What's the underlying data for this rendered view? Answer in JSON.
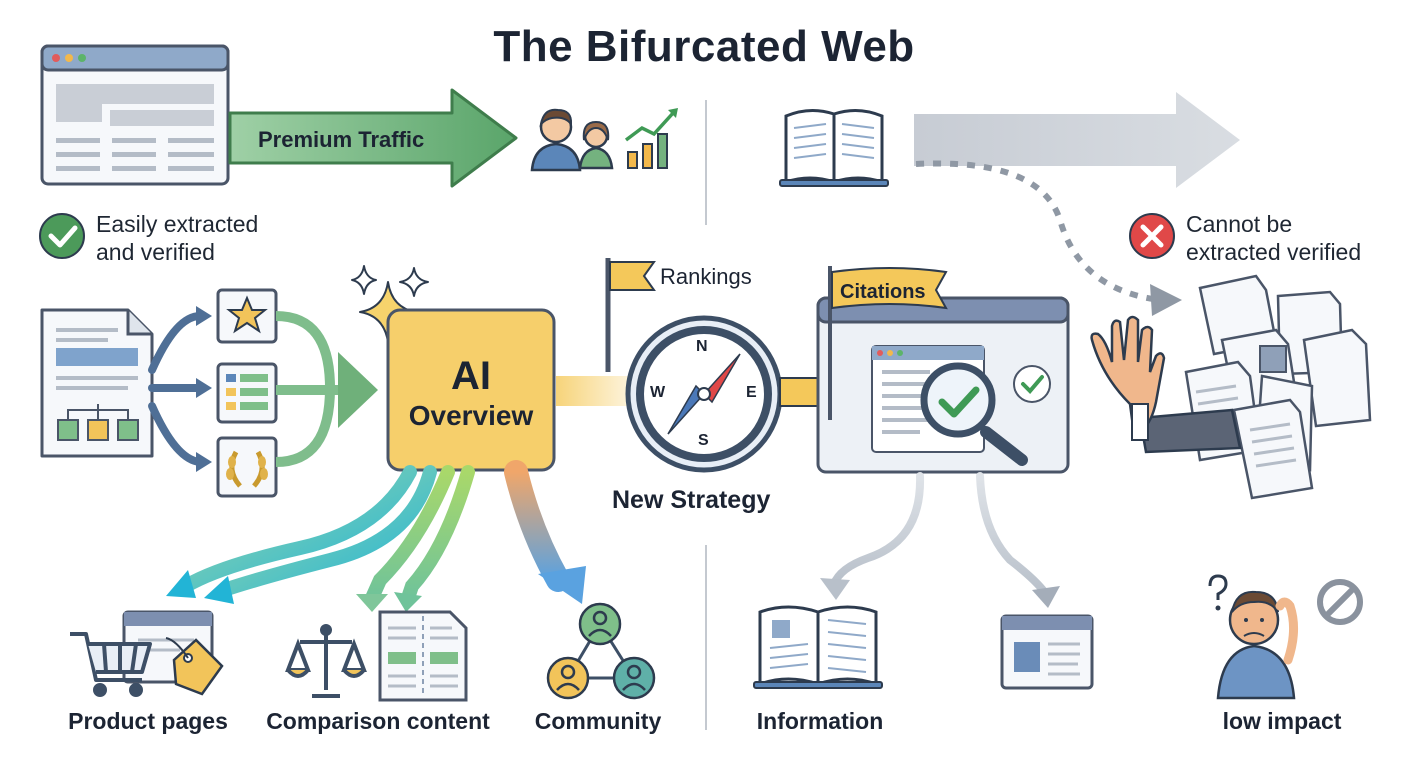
{
  "header": {
    "title": "The Bifurcated Web"
  },
  "top_left": {
    "traffic_label": "Premium Traffic",
    "verified_text_line1": "Easily extracted",
    "verified_text_line2": "and verified"
  },
  "top_right": {
    "rejected_text_line1": "Cannot be",
    "rejected_text_line2": "extracted verified"
  },
  "center": {
    "ai_box_line1": "AI",
    "ai_box_line2": "Overview",
    "compass_n": "N",
    "compass_e": "E",
    "compass_s": "S",
    "compass_w": "W",
    "rankings_flag": "Rankings",
    "strategy_label": "New Strategy",
    "citations_flag": "Citations"
  },
  "bottom": {
    "product_pages": "Product pages",
    "comparison_content": "Comparison content",
    "community": "Community",
    "information": "Information",
    "low_impact": "low impact"
  },
  "colors": {
    "ink": "#1c2433",
    "outline": "#4a5568",
    "green_arrow": "#6fb07a",
    "green_check": "#4c9a5a",
    "red_x": "#e04848",
    "ai_yellow": "#f6cf6b",
    "flag_yellow": "#f4c85a",
    "teal": "#2fb4d2",
    "blue": "#6aa2d8",
    "slate": "#7d8fb0",
    "gray_arrow": "#cfd3d9"
  }
}
